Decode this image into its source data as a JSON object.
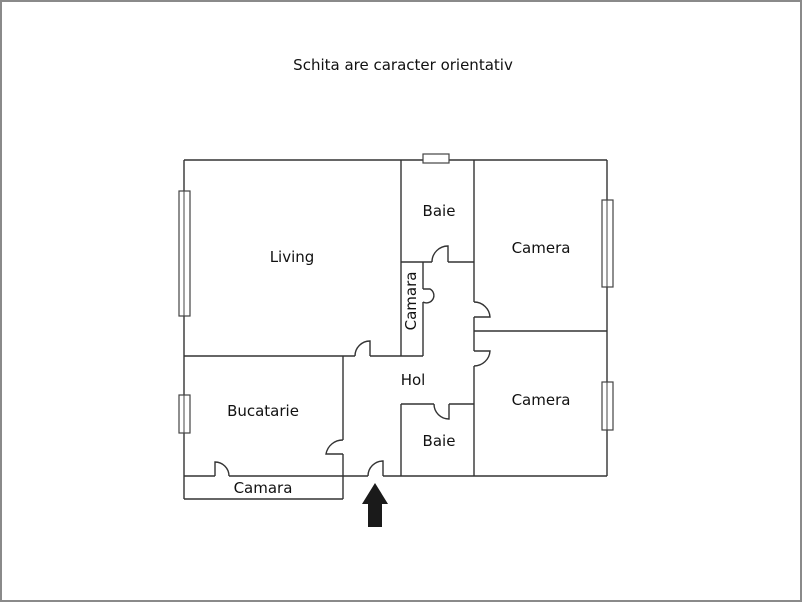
{
  "title": "Schita are caracter orientativ",
  "colors": {
    "wall": "#333333",
    "frame": "#8a8a8a",
    "arrow": "#1a1a1a",
    "text": "#111111"
  },
  "rooms": {
    "living": {
      "label": "Living"
    },
    "baie_top": {
      "label": "Baie"
    },
    "camera_top": {
      "label": "Camera"
    },
    "camara_closet": {
      "label": "Camara"
    },
    "hol": {
      "label": "Hol"
    },
    "camera_bottom": {
      "label": "Camera"
    },
    "bucatarie": {
      "label": "Bucatarie"
    },
    "baie_bottom": {
      "label": "Baie"
    },
    "camara_bottom": {
      "label": "Camara"
    }
  },
  "entrance_arrow": {
    "icon": "arrow-up-icon"
  }
}
